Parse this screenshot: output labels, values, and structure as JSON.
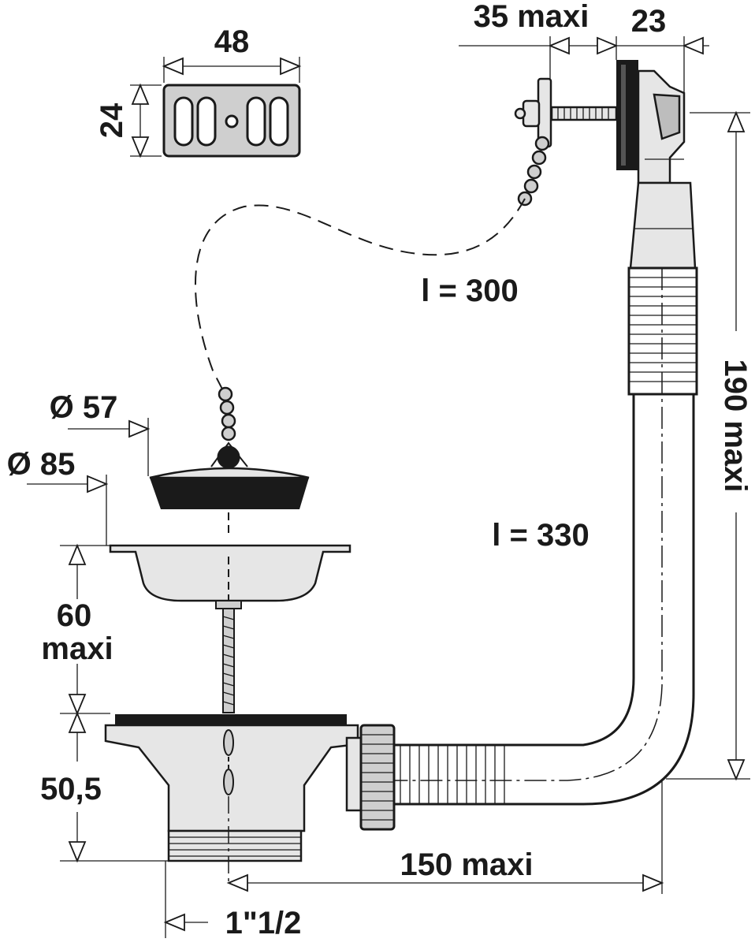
{
  "labels": {
    "plate_width": "48",
    "plate_height": "24",
    "overflow_depth": "35 maxi",
    "overflow_width": "23",
    "chain_length": "l = 300",
    "stopper_diameter": "Ø 57",
    "flange_diameter": "Ø 85",
    "tube_length": "l = 330",
    "height_max": "190 maxi",
    "basket_depth_line1": "60",
    "basket_depth_line2": "maxi",
    "body_height": "50,5",
    "offset_max": "150 maxi",
    "thread_size": "1\"1/2"
  }
}
